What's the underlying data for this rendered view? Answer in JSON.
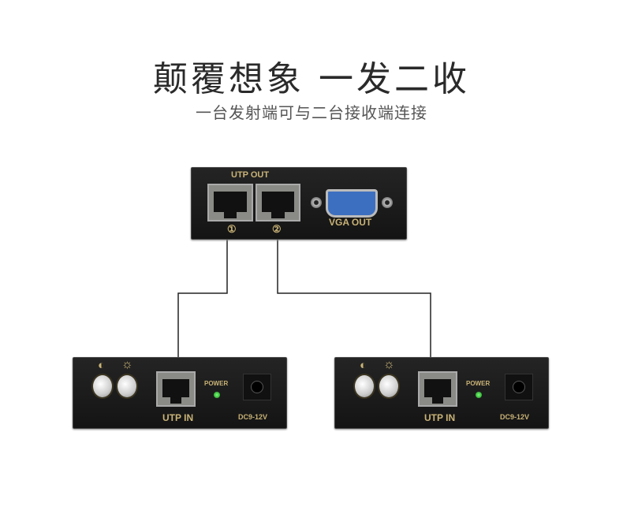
{
  "title": "颠覆想象  一发二收",
  "subtitle": "一台发射端可与二台接收端连接",
  "transmitter": {
    "utp_out_label": "UTP OUT",
    "port1_label": "①",
    "port2_label": "②",
    "vga_out_label": "VGA OUT"
  },
  "receivers": [
    {
      "contrast_icon": "◐",
      "brightness_icon": "☼",
      "utp_in_label": "UTP IN",
      "power_label": "POWER",
      "dc_label": "DC9-12V"
    },
    {
      "contrast_icon": "◐",
      "brightness_icon": "☼",
      "utp_in_label": "UTP IN",
      "power_label": "POWER",
      "dc_label": "DC9-12V"
    }
  ],
  "colors": {
    "label_gold": "#c9b377",
    "vga_blue": "#3c6fc0",
    "led_green": "#2a2"
  }
}
